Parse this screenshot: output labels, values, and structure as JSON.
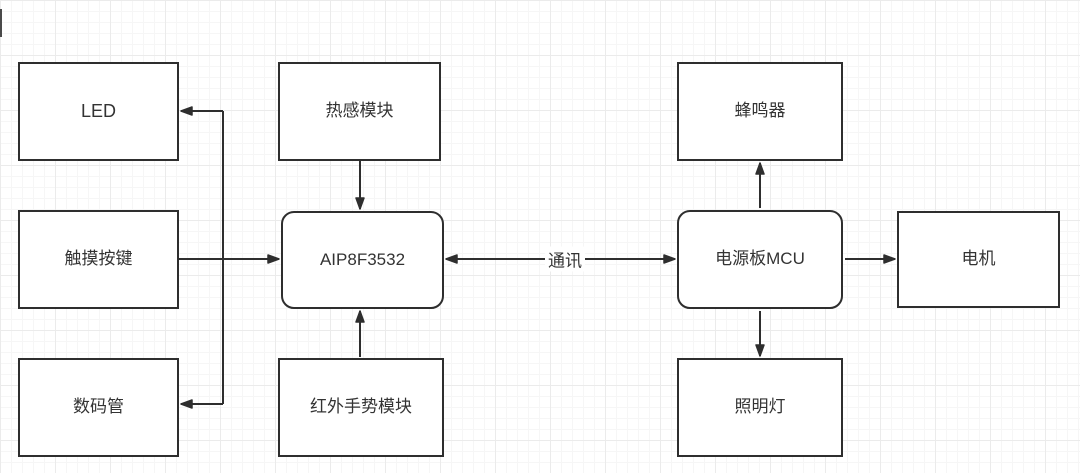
{
  "diagram": {
    "type": "block-diagram",
    "background": "grid",
    "colors": {
      "canvas_background": "#ffffff",
      "grid_minor": "#f6f6f6",
      "grid_major": "#ebebeb",
      "node_border": "#2e2e2e",
      "node_fill": "#ffffff",
      "text": "#333333",
      "wire": "#2e2e2e"
    },
    "nodes": {
      "led": {
        "label": "LED",
        "shape": "rect"
      },
      "touch_keys": {
        "label": "触摸按键",
        "shape": "rect"
      },
      "digit_display": {
        "label": "数码管",
        "shape": "rect"
      },
      "heat_module": {
        "label": "热感模块",
        "shape": "rect"
      },
      "aip_mcu": {
        "label": "AIP8F3532",
        "shape": "rounded"
      },
      "ir_gesture": {
        "label": "红外手势模块",
        "shape": "rect"
      },
      "buzzer": {
        "label": "蜂鸣器",
        "shape": "rect"
      },
      "power_mcu": {
        "label": "电源板MCU",
        "shape": "rounded"
      },
      "lamp": {
        "label": "照明灯",
        "shape": "rect"
      },
      "motor": {
        "label": "电机",
        "shape": "rect"
      }
    },
    "edges": [
      {
        "from": "heat_module",
        "to": "aip_mcu",
        "arrow": "one-way",
        "label": ""
      },
      {
        "from": "ir_gesture",
        "to": "aip_mcu",
        "arrow": "one-way",
        "label": ""
      },
      {
        "from": "touch_keys",
        "to": "aip_mcu",
        "arrow": "one-way",
        "label": ""
      },
      {
        "from": "aip_mcu",
        "to": "led",
        "arrow": "one-way",
        "label": ""
      },
      {
        "from": "aip_mcu",
        "to": "digit_display",
        "arrow": "one-way",
        "label": ""
      },
      {
        "from": "aip_mcu",
        "to": "power_mcu",
        "arrow": "two-way",
        "label": "通讯"
      },
      {
        "from": "power_mcu",
        "to": "buzzer",
        "arrow": "one-way",
        "label": ""
      },
      {
        "from": "power_mcu",
        "to": "lamp",
        "arrow": "one-way",
        "label": ""
      },
      {
        "from": "power_mcu",
        "to": "motor",
        "arrow": "one-way",
        "label": ""
      }
    ]
  }
}
